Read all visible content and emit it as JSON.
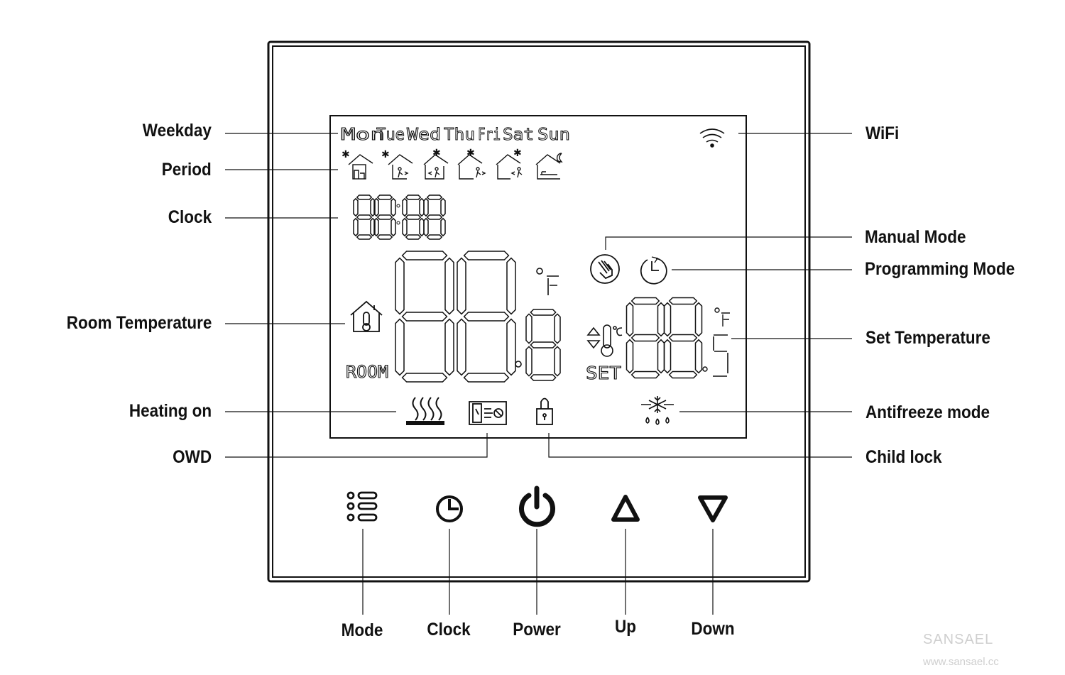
{
  "diagram": {
    "callouts_left": {
      "weekday": "Weekday",
      "period": "Period",
      "clock": "Clock",
      "room_temperature": "Room Temperature",
      "heating_on": "Heating on",
      "owd": "OWD"
    },
    "callouts_right": {
      "wifi": "WiFi",
      "manual_mode": "Manual Mode",
      "programming_mode": "Programming Mode",
      "set_temperature": "Set Temperature",
      "antifreeze_mode": "Antifreeze mode",
      "child_lock": "Child lock"
    },
    "buttons": {
      "mode": "Mode",
      "clock": "Clock",
      "power": "Power",
      "up": "Up",
      "down": "Down"
    }
  },
  "lcd": {
    "weekdays": [
      "Mon",
      "Tue",
      "Wed",
      "Thu",
      "Fri",
      "Sat",
      "Sun"
    ],
    "room_label": "ROOM",
    "set_label": "SET",
    "unit_f": "°F",
    "unit_c": "°c",
    "clock_digits": "88:88",
    "room_digits": "88.8",
    "set_digits": "88.5"
  },
  "watermark": {
    "brand": "SANSAEL",
    "url": "www.sansael.cc"
  },
  "icons": {
    "wifi": "wifi-icon",
    "manual": "hand-icon",
    "programming": "clock-icon",
    "room": "house-thermometer-icon",
    "set": "thermometer-arrows-icon",
    "heating": "heat-waves-icon",
    "owd": "open-window-icon",
    "lock": "padlock-icon",
    "antifreeze": "snowflake-drops-icon",
    "mode_button": "menu-list-icon",
    "clock_button": "clock-button-icon",
    "power_button": "power-icon",
    "up_button": "triangle-up-icon",
    "down_button": "triangle-down-icon"
  },
  "colors": {
    "ink": "#111111",
    "watermark": "#cfcfcf"
  }
}
